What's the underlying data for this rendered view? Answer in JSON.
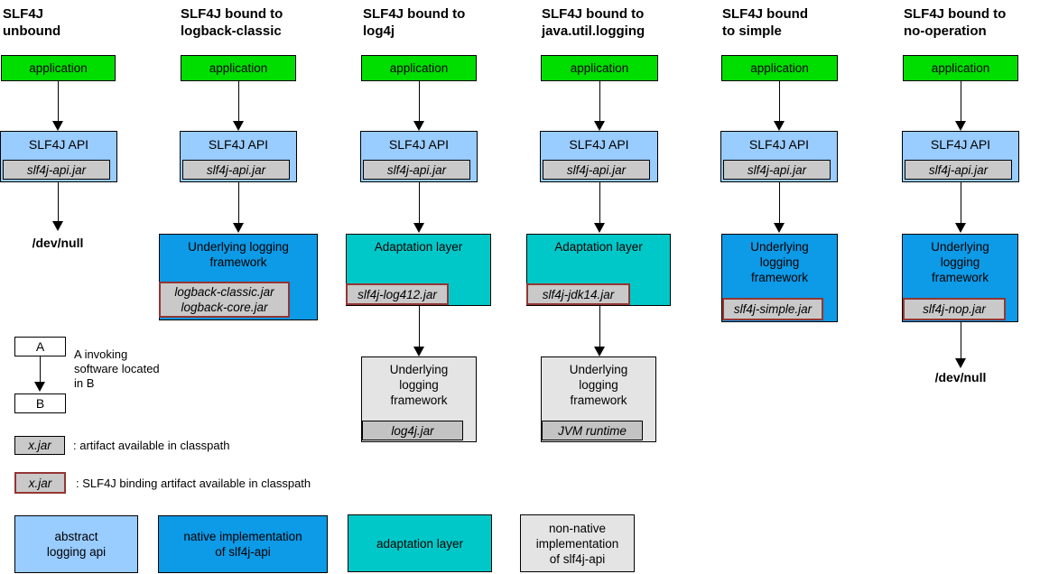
{
  "columns": [
    {
      "id": "unbound",
      "title": "SLF4J\nunbound",
      "application": "application",
      "api_label": "SLF4J API",
      "api_jar": "slf4j-api.jar",
      "terminal": "/dev/null"
    },
    {
      "id": "logback-classic",
      "title": "SLF4J bound to\nlogback-classic",
      "application": "application",
      "api_label": "SLF4J API",
      "api_jar": "slf4j-api.jar",
      "framework_label": "Underlying logging\nframework",
      "framework_jar": "logback-classic.jar\nlogback-core.jar"
    },
    {
      "id": "log4j",
      "title": "SLF4J bound to\nlog4j",
      "application": "application",
      "api_label": "SLF4J API",
      "api_jar": "slf4j-api.jar",
      "adaptation_label": "Adaptation layer",
      "adaptation_jar": "slf4j-log412.jar",
      "framework_label": "Underlying\nlogging\nframework",
      "framework_jar": "log4j.jar"
    },
    {
      "id": "java.util.logging",
      "title": "SLF4J bound to\njava.util.logging",
      "application": "application",
      "api_label": "SLF4J API",
      "api_jar": "slf4j-api.jar",
      "adaptation_label": "Adaptation layer",
      "adaptation_jar": "slf4j-jdk14.jar",
      "framework_label": "Underlying\nlogging\nframework",
      "framework_jar": "JVM runtime"
    },
    {
      "id": "simple",
      "title": "SLF4J bound\nto simple",
      "application": "application",
      "api_label": "SLF4J API",
      "api_jar": "slf4j-api.jar",
      "framework_label": "Underlying\nlogging\nframework",
      "framework_jar": "slf4j-simple.jar"
    },
    {
      "id": "no-operation",
      "title": "SLF4J bound to\nno-operation",
      "application": "application",
      "api_label": "SLF4J API",
      "api_jar": "slf4j-api.jar",
      "framework_label": "Underlying\nlogging\nframework",
      "framework_jar": "slf4j-nop.jar",
      "terminal": "/dev/null"
    }
  ],
  "legend": {
    "invoke": {
      "a": "A",
      "b": "B",
      "caption": "A invoking\nsoftware located\nin B"
    },
    "artifact": {
      "jar": "x.jar",
      "caption": ": artifact available in classpath"
    },
    "binding": {
      "jar": "x.jar",
      "caption": ": SLF4J binding artifact available in classpath"
    },
    "key_boxes": [
      {
        "label": "abstract\nlogging api",
        "color": "#99ccff"
      },
      {
        "label": "native implementation\nof slf4j-api",
        "color": "#0d9ae6"
      },
      {
        "label": "adaptation layer",
        "color": "#00c8c8"
      },
      {
        "label": "non-native\nimplementation\nof slf4j-api",
        "color": "#e4e4e4"
      }
    ]
  },
  "colors": {
    "application": "#00de00",
    "abstract_api": "#99ccff",
    "native_impl": "#0d9ae6",
    "adaptation": "#00c8c8",
    "non_native": "#e4e4e4",
    "jar": "#c9c9c9",
    "jar_dark": "#c3c3c3",
    "binding_border": "#943634"
  }
}
